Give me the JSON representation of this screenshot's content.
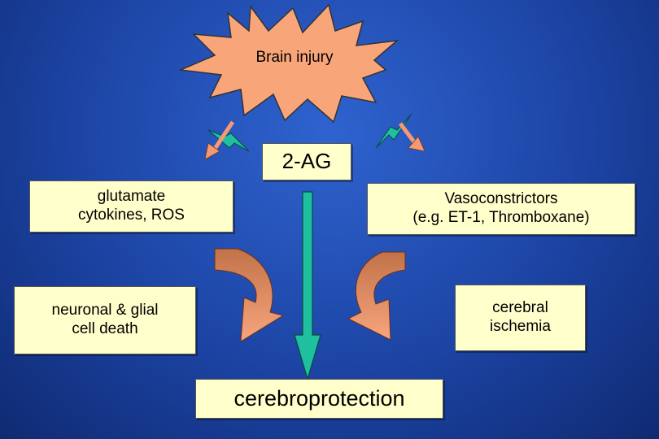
{
  "diagram": {
    "injury_label": "Brain injury",
    "agent_label": "2-AG",
    "box_left_top": "glutamate\ncytokines, ROS",
    "box_right_top": "Vasoconstrictors\n(e.g. ET-1, Thromboxane)",
    "box_left_bottom": "neuronal & glial\ncell death",
    "box_right_bottom": "cerebral\nischemia",
    "outcome_label": "cerebroprotection"
  },
  "colors": {
    "burst_fill": "#f8a579",
    "box_fill": "#ffffcc",
    "arrow_orange": "#f39a74",
    "arrow_brown": "#c9734c",
    "arrow_green": "#1fc0a0"
  }
}
